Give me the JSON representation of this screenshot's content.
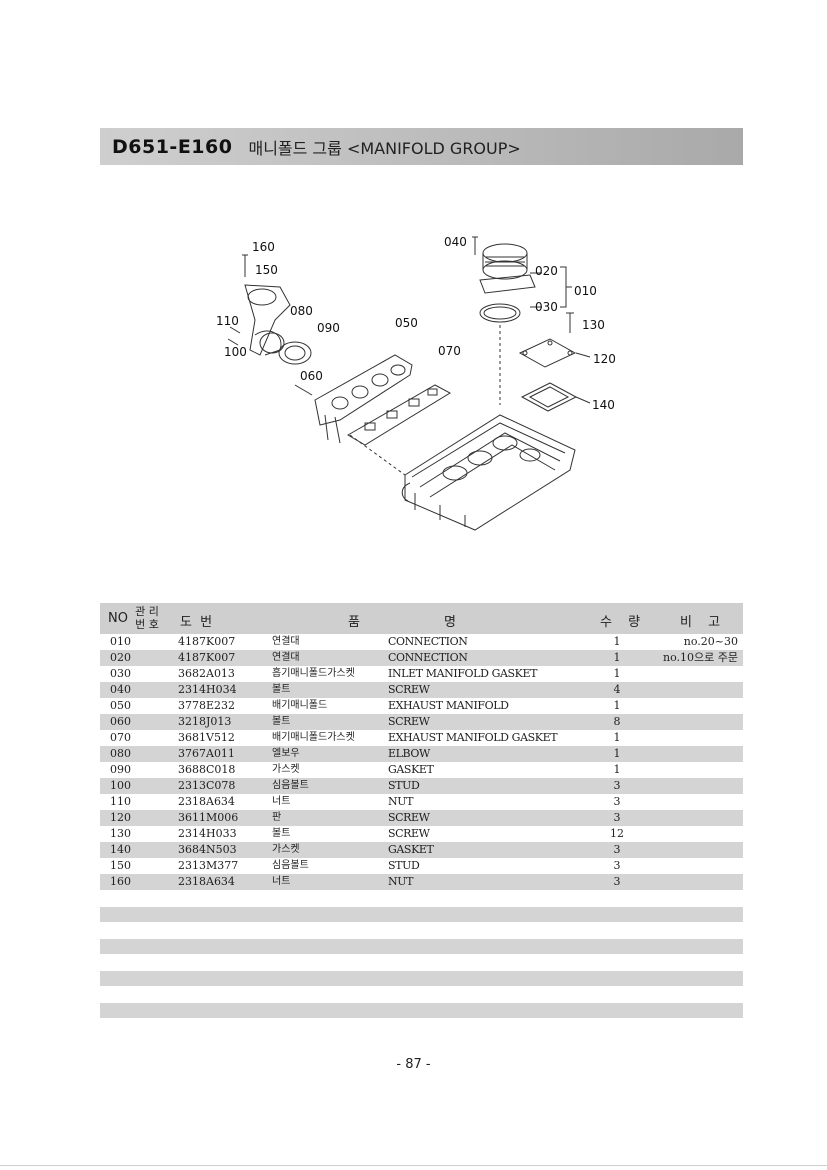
{
  "header": {
    "code": "D651-E160",
    "title": "매니폴드 그룹 <MANIFOLD GROUP>"
  },
  "diagram": {
    "callouts": [
      "160",
      "150",
      "040",
      "020",
      "010",
      "030",
      "130",
      "080",
      "110",
      "090",
      "050",
      "070",
      "120",
      "100",
      "060",
      "140"
    ]
  },
  "table": {
    "headers": {
      "no": "NO",
      "mgmt_top": "관 리",
      "mgmt_bottom": "번 호",
      "part_no": "도 번",
      "name_left": "품",
      "name_right": "명",
      "qty": "수 량",
      "note": "비 고"
    },
    "rows": [
      {
        "no": "010",
        "part": "4187K007",
        "kname": "연결대",
        "ename": "CONNECTION",
        "qty": "1",
        "note": "no.20~30"
      },
      {
        "no": "020",
        "part": "4187K007",
        "kname": "연결대",
        "ename": "CONNECTION",
        "qty": "1",
        "note": "no.10으로 주문"
      },
      {
        "no": "030",
        "part": "3682A013",
        "kname": "흡기매니폴드가스켓",
        "ename": "INLET MANIFOLD GASKET",
        "qty": "1",
        "note": ""
      },
      {
        "no": "040",
        "part": "2314H034",
        "kname": "볼트",
        "ename": "SCREW",
        "qty": "4",
        "note": ""
      },
      {
        "no": "050",
        "part": "3778E232",
        "kname": "배기매니폴드",
        "ename": "EXHAUST MANIFOLD",
        "qty": "1",
        "note": ""
      },
      {
        "no": "060",
        "part": "3218J013",
        "kname": "볼트",
        "ename": "SCREW",
        "qty": "8",
        "note": ""
      },
      {
        "no": "070",
        "part": "3681V512",
        "kname": "배기매니폴드가스켓",
        "ename": "EXHAUST MANIFOLD GASKET",
        "qty": "1",
        "note": ""
      },
      {
        "no": "080",
        "part": "3767A011",
        "kname": "엘보우",
        "ename": "ELBOW",
        "qty": "1",
        "note": ""
      },
      {
        "no": "090",
        "part": "3688C018",
        "kname": "가스켓",
        "ename": "GASKET",
        "qty": "1",
        "note": ""
      },
      {
        "no": "100",
        "part": "2313C078",
        "kname": "심음볼트",
        "ename": "STUD",
        "qty": "3",
        "note": ""
      },
      {
        "no": "110",
        "part": "2318A634",
        "kname": "너트",
        "ename": "NUT",
        "qty": "3",
        "note": ""
      },
      {
        "no": "120",
        "part": "3611M006",
        "kname": "판",
        "ename": "SCREW",
        "qty": "3",
        "note": ""
      },
      {
        "no": "130",
        "part": "2314H033",
        "kname": "볼트",
        "ename": "SCREW",
        "qty": "12",
        "note": ""
      },
      {
        "no": "140",
        "part": "3684N503",
        "kname": "가스켓",
        "ename": "GASKET",
        "qty": "3",
        "note": ""
      },
      {
        "no": "150",
        "part": "2313M377",
        "kname": "심음볼트",
        "ename": "STUD",
        "qty": "3",
        "note": ""
      },
      {
        "no": "160",
        "part": "2318A634",
        "kname": "너트",
        "ename": "NUT",
        "qty": "3",
        "note": ""
      }
    ]
  },
  "footer": {
    "page_number": "- 87 -"
  }
}
